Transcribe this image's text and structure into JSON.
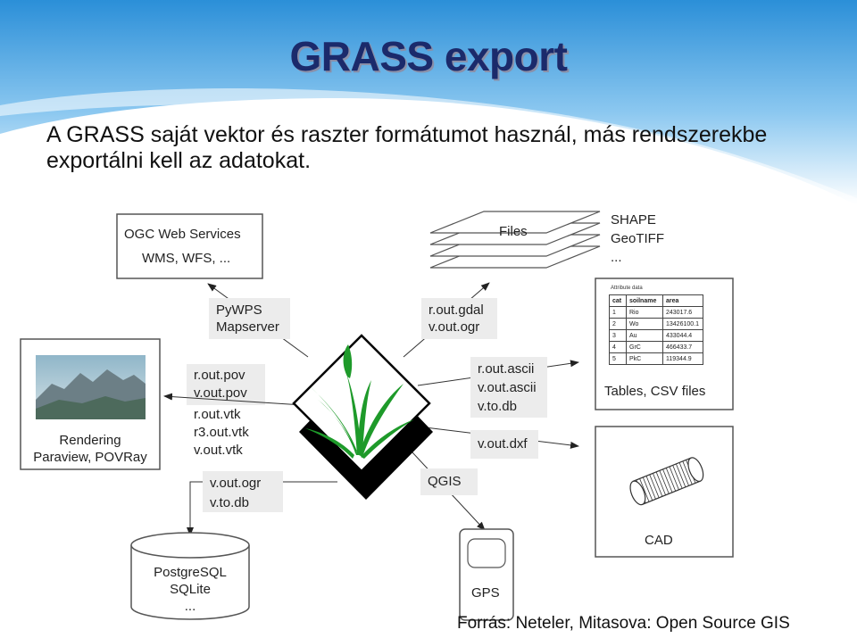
{
  "title": "GRASS export",
  "intro": {
    "line1": "A GRASS saját vektor és raszter formátumot használ, más rendszerekbe",
    "line2": "exportálni kell az adatokat."
  },
  "nodes": {
    "ogc": {
      "line1": "OGC Web Services",
      "line2": "WMS, WFS, ..."
    },
    "pywps": {
      "line1": "PyWPS",
      "line2": "Mapserver"
    },
    "files": {
      "label": "Files",
      "formats": [
        "SHAPE",
        "GeoTIFF",
        "..."
      ]
    },
    "rout": {
      "line1": "r.out.gdal",
      "line2": "v.out.ogr"
    },
    "rendering": {
      "line1": "Rendering",
      "line2": "Paraview, POVRay"
    },
    "vis_cmds": [
      "r.out.pov",
      "v.out.pov",
      "r.out.vtk",
      "r3.out.vtk",
      "v.out.vtk"
    ],
    "ascii_cmds": [
      "r.out.ascii",
      "v.out.ascii",
      "v.to.db"
    ],
    "dxf": "v.out.dxf",
    "tables": {
      "label": "Tables, CSV files",
      "caption": "Attribute data",
      "headers": [
        "cat",
        "soilname",
        "area"
      ],
      "rows": [
        [
          "1",
          "Rio",
          "243017.6"
        ],
        [
          "2",
          "Wo",
          "13426100.1"
        ],
        [
          "3",
          "Au",
          "433044.4"
        ],
        [
          "4",
          "GrC",
          "466433.7"
        ],
        [
          "5",
          "PkC",
          "119344.9"
        ]
      ]
    },
    "db_cmds": {
      "line1": "v.out.ogr",
      "line2": "v.to.db"
    },
    "qgis": "QGIS",
    "cad": "CAD",
    "gps": "GPS",
    "db": {
      "line1": "PostgreSQL",
      "line2": "SQLite",
      "line3": "..."
    }
  },
  "source": "Forrás: Neteler, Mitasova: Open Source GIS",
  "colors": {
    "title": "#1b2a6b",
    "swoosh": "#3aa0e6",
    "grass_green": "#1e9a2a",
    "label_bg": "#ececec"
  }
}
